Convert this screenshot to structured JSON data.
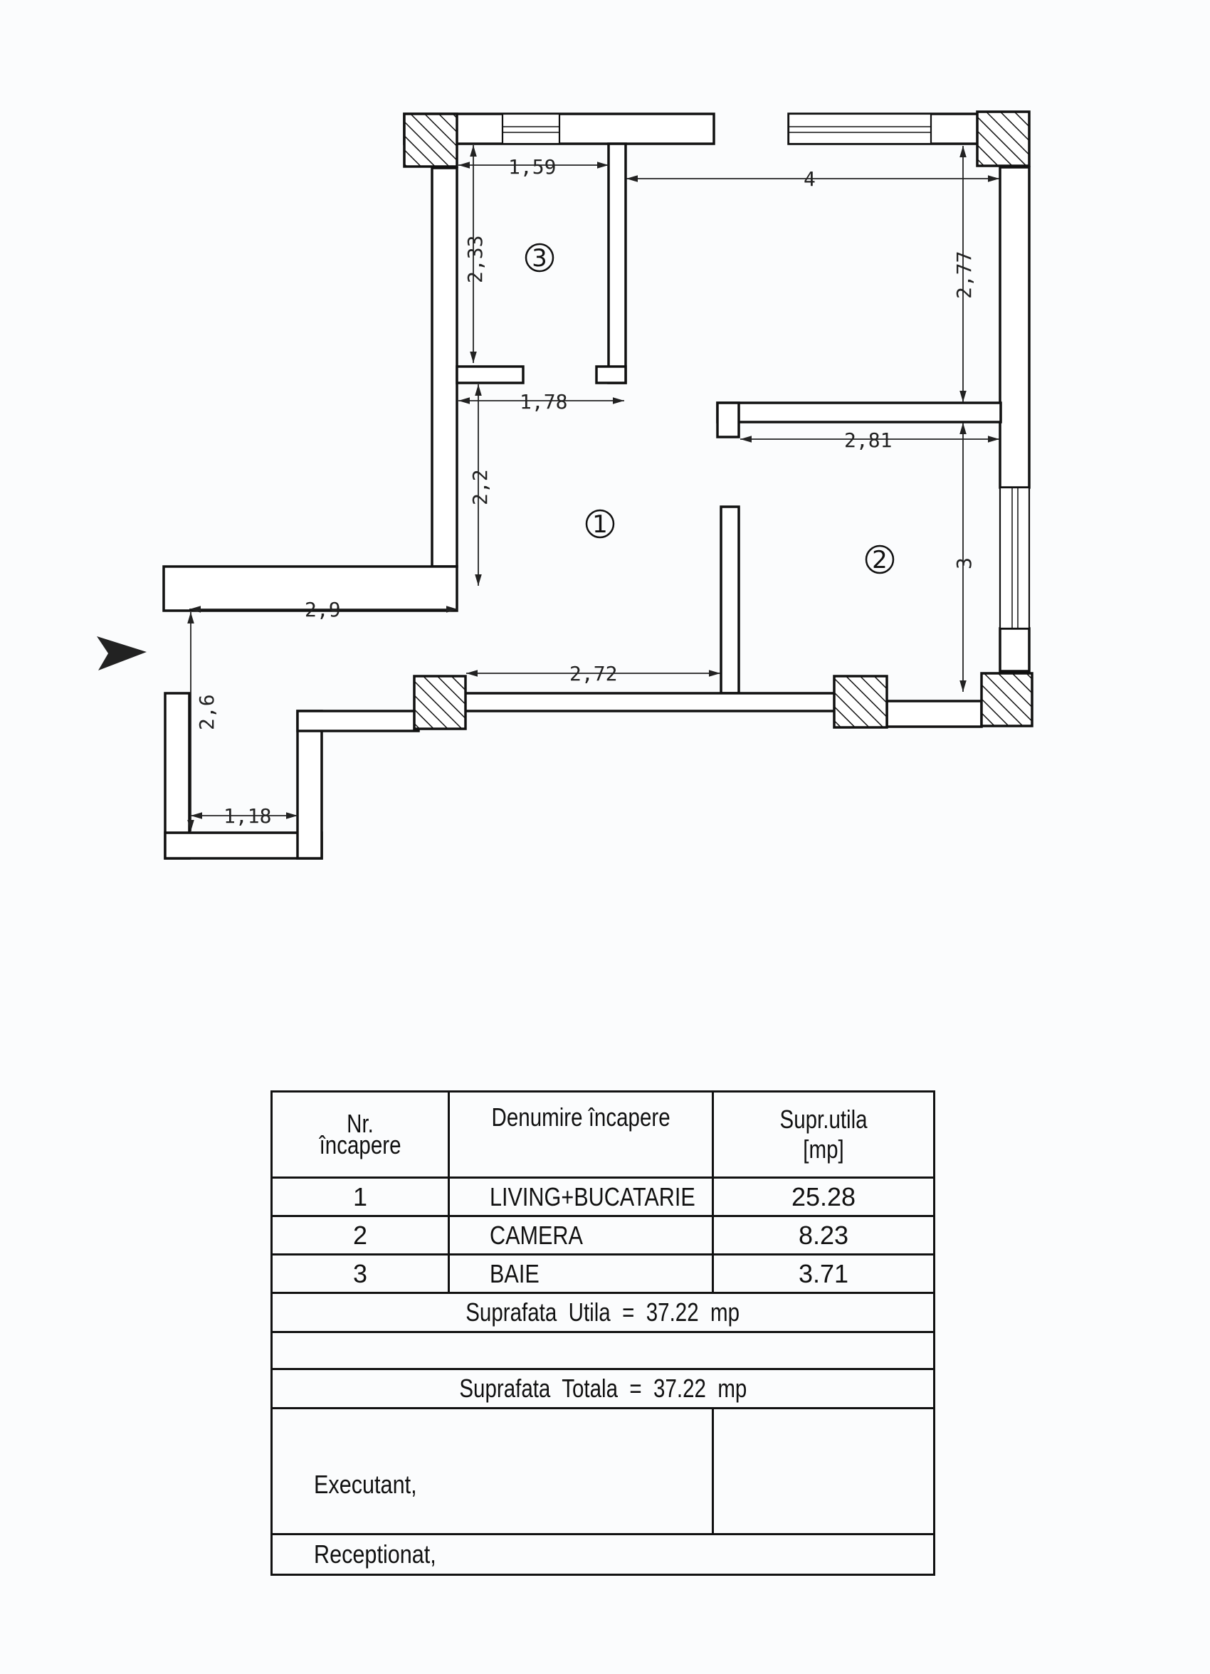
{
  "plan": {
    "room_markers": [
      "1",
      "2",
      "3"
    ],
    "dimensions": {
      "d1_59": "1,59",
      "d4": "4",
      "d2_33": "2,33",
      "d2_77": "2,77",
      "d1_78": "1,78",
      "d2_81": "2,81",
      "d2_2": "2,2",
      "d3": "3",
      "d2_9": "2,9",
      "d2_72": "2,72",
      "d2_6": "2,6",
      "d1_18": "1,18"
    },
    "icons": [
      "entrance-arrow-icon",
      "hatched-column-icon",
      "window-icon"
    ]
  },
  "table": {
    "header": {
      "nr_line1": "Nr.",
      "nr_line2": "încapere",
      "name": "Denumire încapere",
      "area_line1": "Supr.utila",
      "area_line2": "[mp]"
    },
    "rows": [
      {
        "nr": "1",
        "name": "LIVING+BUCATARIE",
        "area": "25.28"
      },
      {
        "nr": "2",
        "name": "CAMERA",
        "area": "8.23"
      },
      {
        "nr": "3",
        "name": "BAIE",
        "area": "3.71"
      }
    ],
    "suprafata_utila": "Suprafata  Utila  =  37.22  mp",
    "suprafata_totala": "Suprafata  Totala  =  37.22  mp",
    "executant": "Executant,",
    "receptionat": "Receptionat,"
  }
}
